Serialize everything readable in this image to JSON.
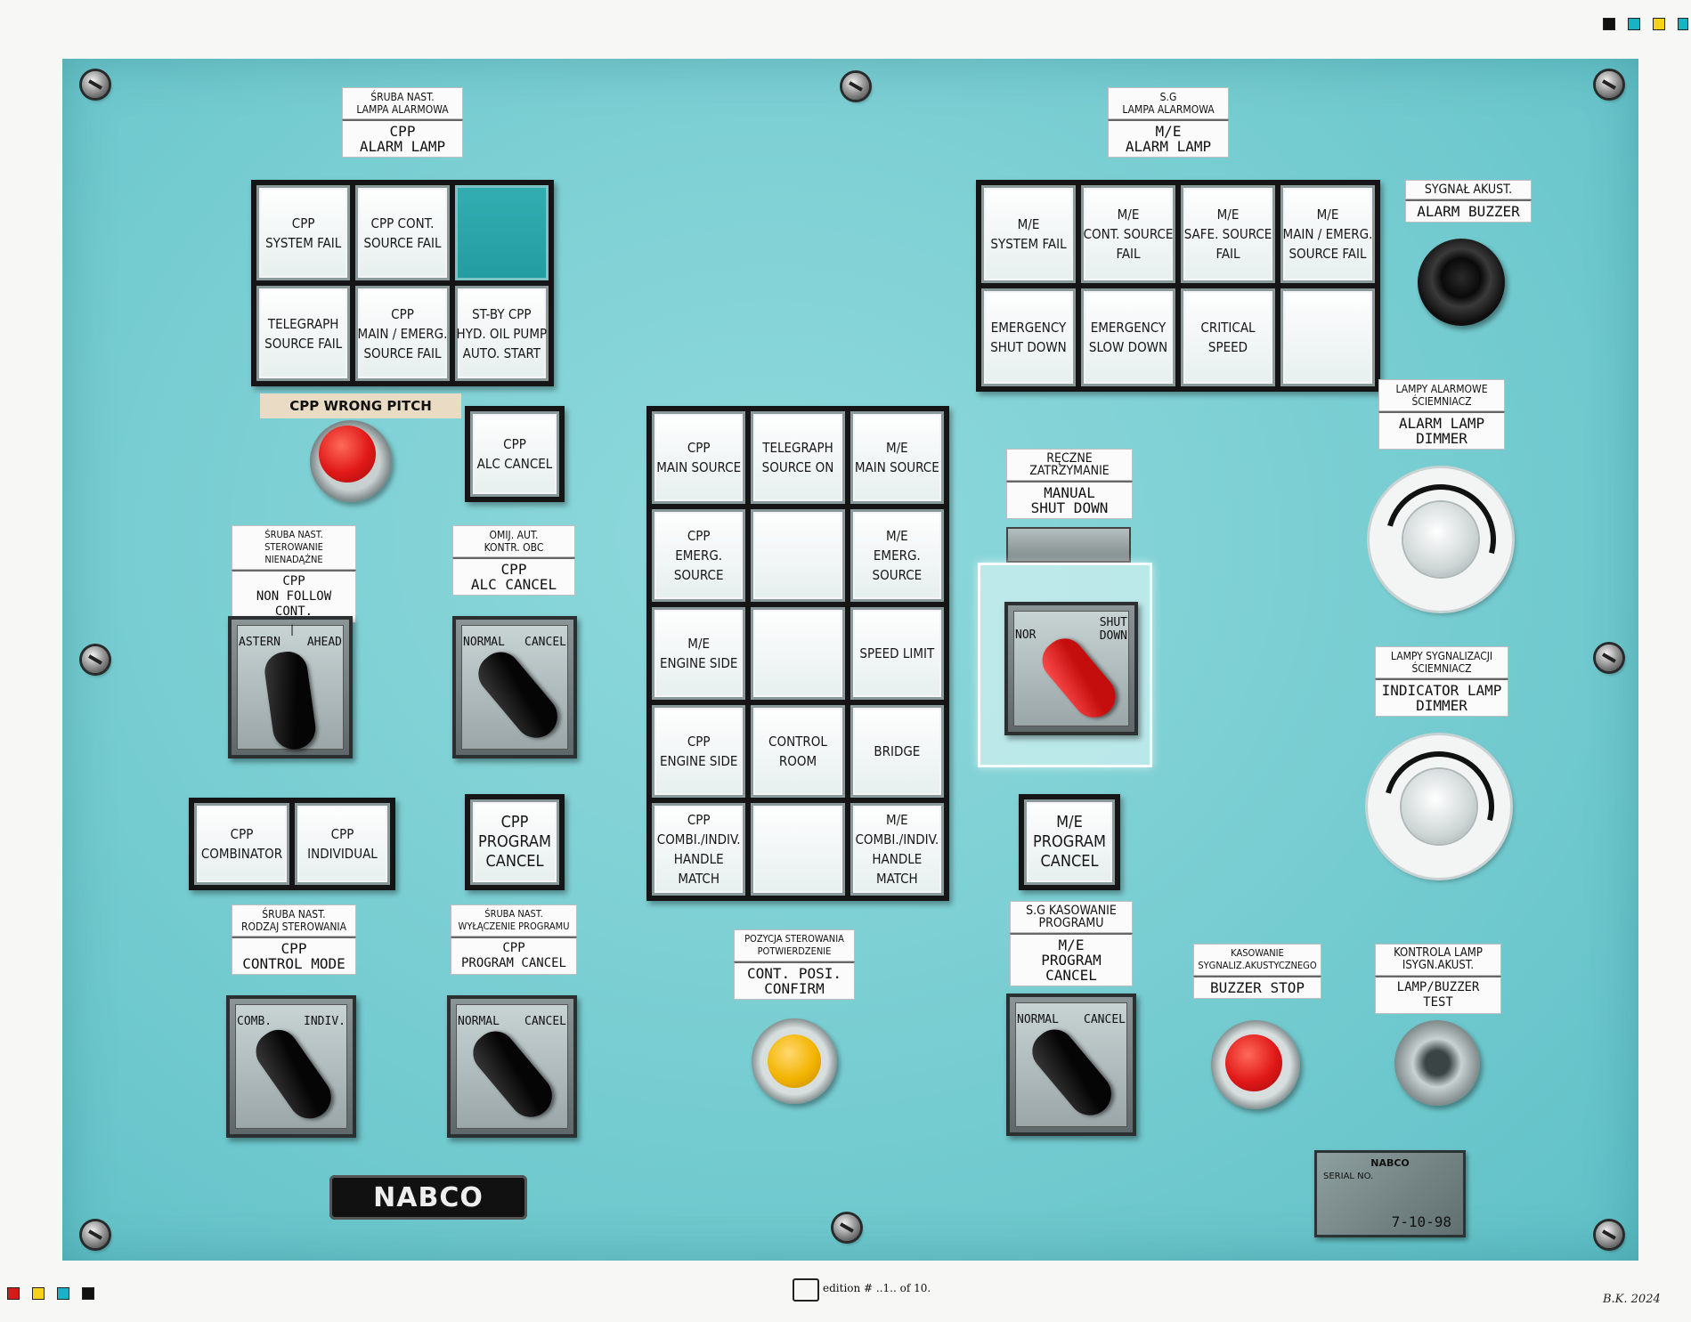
{
  "labels": {
    "cpp_alarm_lamp": {
      "pl": "ŚRUBA NAST.\nLAMPA ALARMOWA",
      "en": "CPP\nALARM LAMP"
    },
    "me_alarm_lamp": {
      "pl": "S.G\nLAMPA ALARMOWA",
      "en": "M/E\nALARM LAMP"
    },
    "alarm_buzzer": {
      "pl": "SYGNAŁ AKUST.",
      "en": "ALARM BUZZER"
    },
    "cpp_wrong_pitch": "CPP WRONG PITCH",
    "cpp_non_follow": {
      "pl": "ŚRUBA NAST.\nSTEROWANIE NIENADĄŻNE",
      "en": "CPP\nNON FOLLOW CONT."
    },
    "cpp_alc_cancel": {
      "pl": "OMIJ. AUT.\nKONTR. OBC",
      "en": "CPP\nALC CANCEL"
    },
    "manual_shut_down": {
      "pl": "RĘCZNE\nZATRZYMANIE",
      "en": "MANUAL\nSHUT DOWN"
    },
    "alarm_lamp_dimmer": {
      "pl": "LAMPY ALARMOWE\nŚCIEMNIACZ",
      "en": "ALARM LAMP\nDIMMER"
    },
    "indicator_lamp_dimmer": {
      "pl": "LAMPY SYGNALIZACJI\nŚCIEMNIACZ",
      "en": "INDICATOR LAMP\nDIMMER"
    },
    "cpp_control_mode": {
      "pl": "ŚRUBA NAST.\nRODZAJ STEROWANIA",
      "en": "CPP\nCONTROL MODE"
    },
    "cpp_program_cancel": {
      "pl": "ŚRUBA NAST.\nWYŁĄCZENIE PROGRAMU",
      "en": "CPP\nPROGRAM CANCEL"
    },
    "cont_posi_confirm": {
      "pl": "POZYCJA STEROWANIA\nPOTWIERDZENIE",
      "en": "CONT. POSI.\nCONFIRM"
    },
    "me_program_cancel": {
      "pl": "S.G KASOWANIE\nPROGRAMU",
      "en": "M/E\nPROGRAM CANCEL"
    },
    "buzzer_stop": {
      "pl": "KASOWANIE\nSYGNALIZ.AKUSTYCZNEGO",
      "en": "BUZZER STOP"
    },
    "lamp_buzzer_test": {
      "pl": "KONTROLA LAMP\nISYGN.AKUST.",
      "en": "LAMP/BUZZER TEST"
    }
  },
  "cpp_alarm_tiles": [
    "CPP\nSYSTEM FAIL",
    "CPP CONT.\nSOURCE FAIL",
    "",
    "TELEGRAPH\nSOURCE FAIL",
    "CPP\nMAIN / EMERG.\nSOURCE FAIL",
    "ST-BY CPP\nHYD. OIL PUMP\nAUTO. START"
  ],
  "me_alarm_tiles": [
    "M/E\nSYSTEM FAIL",
    "M/E\nCONT. SOURCE\nFAIL",
    "M/E\nSAFE. SOURCE\nFAIL",
    "M/E\nMAIN / EMERG.\nSOURCE FAIL",
    "EMERGENCY\nSHUT DOWN",
    "EMERGENCY\nSLOW DOWN",
    "CRITICAL\nSPEED",
    ""
  ],
  "center_tiles": [
    "CPP\nMAIN SOURCE",
    "TELEGRAPH\nSOURCE ON",
    "M/E\nMAIN SOURCE",
    "CPP\nEMERG. SOURCE",
    "",
    "M/E\nEMERG. SOURCE",
    "M/E\nENGINE SIDE",
    "",
    "SPEED LIMIT",
    "CPP\nENGINE SIDE",
    "CONTROL ROOM",
    "BRIDGE",
    "CPP\nCOMBI./INDIV.\nHANDLE MATCH",
    "",
    "M/E\nCOMBI./INDIV.\nHANDLE MATCH"
  ],
  "alc_cancel_tile": "CPP\nALC CANCEL",
  "mode_tiles": [
    "CPP\nCOMBINATOR",
    "CPP\nINDIVIDUAL"
  ],
  "cpp_program_cancel_tile": "CPP\nPROGRAM\nCANCEL",
  "me_program_cancel_tile": "M/E\nPROGRAM\nCANCEL",
  "selectors": {
    "non_follow": {
      "left": "ASTERN",
      "mid": "|",
      "right": "AHEAD"
    },
    "alc_cancel": {
      "left": "NORMAL",
      "right": "CANCEL"
    },
    "shut_down": {
      "left": "NOR",
      "right": "SHUT\nDOWN"
    },
    "control_mode": {
      "left": "COMB.",
      "right": "INDIV."
    },
    "cpp_program": {
      "left": "NORMAL",
      "right": "CANCEL"
    },
    "me_program": {
      "left": "NORMAL",
      "right": "CANCEL"
    }
  },
  "nameplate": "NABCO",
  "serial_plate": {
    "brand": "NABCO",
    "serial": "SERIAL NO.",
    "date": "7-10-98"
  },
  "edition": "edition # ..1.. of 10.",
  "signature": "B.K. 2024",
  "colors": {
    "panel": "#7bcfd3",
    "red_button": "#e01818",
    "yellow_button": "#f2b400",
    "lit_tile": "#2aa3a7"
  }
}
